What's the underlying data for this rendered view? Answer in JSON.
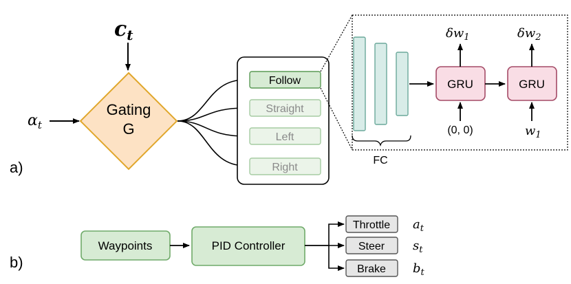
{
  "panel_a": {
    "label": "a)",
    "context_input": "c",
    "context_input_sub": "t",
    "state_input": "α",
    "state_input_sub": "t",
    "gating_line1": "Gating",
    "gating_line2": "G",
    "branches": [
      "Follow",
      "Straight",
      "Left",
      "Right"
    ],
    "active_branch": "Follow",
    "fc_label": "FC",
    "gru1_label": "GRU",
    "gru2_label": "GRU",
    "gru1_input": "(0, 0)",
    "gru2_input": "w",
    "gru2_input_sub": "1",
    "out1": "δw",
    "out1_sub": "1",
    "out2": "δw",
    "out2_sub": "2"
  },
  "panel_b": {
    "label": "b)",
    "waypoints": "Waypoints",
    "controller": "PID Controller",
    "outputs": [
      {
        "label": "Throttle",
        "symbol": "a",
        "sub": "t"
      },
      {
        "label": "Steer",
        "symbol": "s",
        "sub": "t"
      },
      {
        "label": "Brake",
        "symbol": "b",
        "sub": "t"
      }
    ]
  },
  "colors": {
    "gating_fill": "#fde2c4",
    "gating_stroke": "#e0a62a",
    "active_fill": "#d7ebd4",
    "active_stroke": "#5a9a55",
    "inactive_fill": "#ebf4e9",
    "inactive_stroke": "#a6cca2",
    "inactive_text": "#8a8a8a",
    "fc_fill": "#d8ece8",
    "fc_stroke": "#6aa89a",
    "gru_fill": "#f9dde5",
    "gru_stroke": "#a44a66",
    "box_fill": "#d7ebd4",
    "box_stroke": "#6faa69",
    "grey_fill": "#e6e6e6",
    "grey_stroke": "#555555"
  }
}
